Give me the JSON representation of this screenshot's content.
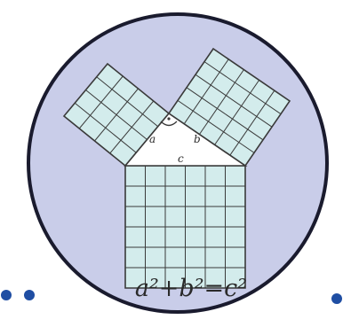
{
  "diagram": {
    "formula": "a²+b²=c²",
    "side_labels": {
      "a": "a",
      "b": "b",
      "c": "c"
    },
    "grids": {
      "small_square": 4,
      "medium_square": 5,
      "large_square": 6
    }
  },
  "colors": {
    "disc_fill": "#c9cde9",
    "disc_rim": "#1a1b2e",
    "tile_fill": "#d3ecec",
    "tile_line": "#3a3a3a",
    "triangle_fill": "#ffffff",
    "dot": "#1f4ea3"
  },
  "decor": {
    "left_dots": 2,
    "right_dots": 1,
    "right_angle_icon": "right-angle-mark-icon"
  }
}
